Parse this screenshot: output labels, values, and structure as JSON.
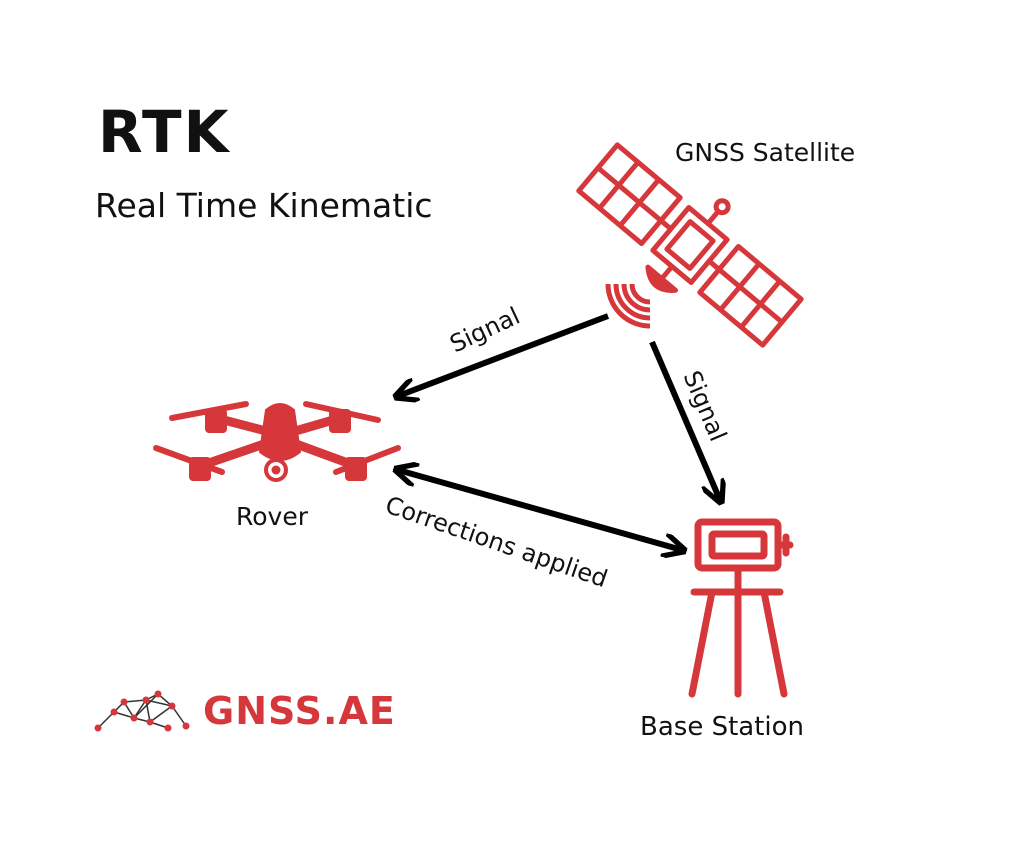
{
  "title": "RTK",
  "subtitle": "Real Time Kinematic",
  "nodes": {
    "satellite": "GNSS Satellite",
    "rover": "Rover",
    "base": "Base Station"
  },
  "links": {
    "signal_to_rover": "Signal",
    "signal_to_base": "Signal",
    "corrections": "Corrections applied"
  },
  "brand": "GNSS.AE",
  "icons": {
    "satellite": "satellite-icon",
    "drone": "drone-icon",
    "base": "surveying-tripod-icon",
    "logo": "network-mountain-logo"
  },
  "colors": {
    "accent": "#d6373a",
    "text": "#111111",
    "arrow": "#000000"
  }
}
